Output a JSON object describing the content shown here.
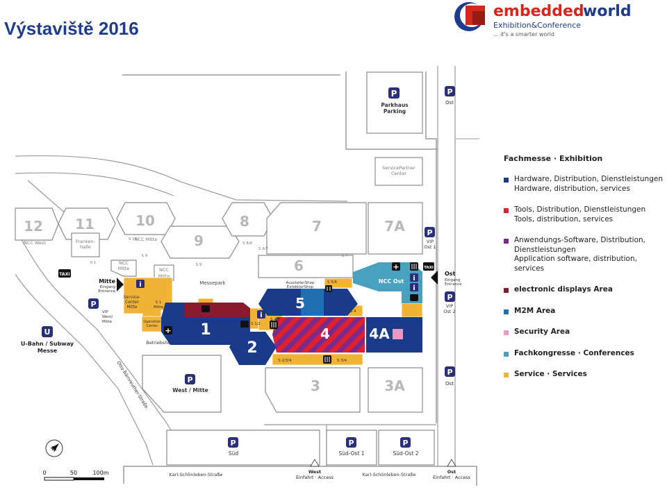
{
  "page": {
    "title": "Výstaviště 2016"
  },
  "logo": {
    "brand_part1": "embedded",
    "brand_part2": "world",
    "line2": "Exhibition&Conference",
    "line3": "... it's a smarter world",
    "colors": {
      "accent": "#d4261d",
      "dark": "#1f3c8c",
      "gray": "#555555"
    }
  },
  "legend": {
    "title": "Fachmesse · Exhibition",
    "items": [
      {
        "color": "#1a3a8a",
        "lines": [
          "Hardware, Distribution, Dienstleistungen",
          "Hardware, distribution, services"
        ],
        "bold": false
      },
      {
        "color": "#e0202e",
        "lines": [
          "Tools, Distribution, Dienstleistungen",
          "Tools, distribution, services"
        ],
        "bold": false
      },
      {
        "color": "#7b2a8c",
        "lines": [
          "Anwendungs-Software, Distribution,",
          "Dienstleistungen",
          "Application software, distribution, services"
        ],
        "bold": false
      },
      {
        "color": "#8a1b2e",
        "lines": [
          "electronic displays Area"
        ],
        "bold": true
      },
      {
        "color": "#1f6fb2",
        "lines": [
          "M2M Area"
        ],
        "bold": true
      },
      {
        "color": "#e79ac1",
        "lines": [
          "Security Area"
        ],
        "bold": true
      },
      {
        "color": "#4aa0bf",
        "lines": [
          "Fachkongresse · Conferences"
        ],
        "bold": true
      },
      {
        "color": "#f2b233",
        "lines": [
          "Service · Services"
        ],
        "bold": true
      }
    ]
  },
  "map": {
    "halls": {
      "h1": "1",
      "h2": "2",
      "h3": "3",
      "h3a": "3A",
      "h4": "4",
      "h4a": "4A",
      "h5": "5",
      "h6": "6",
      "h7": "7",
      "h7a": "7A",
      "h8": "8",
      "h9": "9",
      "h10": "10",
      "h11": "11",
      "h12": "12"
    },
    "labels": {
      "parkhaus": "Parkhaus",
      "parking": "Parking",
      "ost_top": "Ost",
      "servicepartner1": "ServicePartner",
      "servicepartner2": "Center",
      "frankenhalle1": "Franken-",
      "frankenhalle2": "halle",
      "ncc_west": "NCC West",
      "ncc_mitte": "NCC Mitte",
      "ncc": "NCC",
      "mitte": "Mitte",
      "ncc_ost": "NCC Ost",
      "messepark": "Messepark",
      "mitte_entrance": "Mitte",
      "eingang": "Eingang",
      "entrance": "Entrance",
      "ost_entrance": "Ost",
      "service_center1": "Service-",
      "service_center2": "Center",
      "service_center3": "Mitte",
      "operation1": "Operation",
      "operation2": "Center",
      "betriebshof": "Betriebshof",
      "ausstellershop1": "AusstellerShop",
      "ausstellershop2": "ExhibitorShop",
      "vip_west1": "VIP",
      "vip_west2": "West/",
      "vip_west3": "Mitte",
      "vip_ost1_a": "VIP",
      "vip_ost1_b": "Ost 1",
      "vip_ost2_a": "VIP",
      "vip_ost2_b": "Ost 2",
      "ubahn1": "U-Bahn / Subway",
      "ubahn2": "Messe",
      "west_mitte": "West / Mitte",
      "sud": "Süd",
      "sud_ost1": "Süd-Ost 1",
      "sud_ost2": "Süd-Ost 2",
      "ost_right": "Ost",
      "street1": "Karl-Schönleben-Straße",
      "street2": "Karl-Schönleben-Straße",
      "street3": "Otto-Bärnreuther-Straße",
      "west_einfahrt1": "West",
      "west_einfahrt2": "Einfahrt · Access",
      "ost_einfahrt1": "Ost",
      "ost_einfahrt2": "Einfahrt · Access",
      "taxi": "TAXI",
      "s1": "S 1",
      "s1_mitte": "S 1",
      "s1_mitte2": "Mitte",
      "s1_walk": "S 1",
      "s12": "S 1/2",
      "s45": "S 4/5",
      "s4": "S 4",
      "s56": "S 5/6",
      "s67": "S 6/7",
      "s7": "S 7",
      "s89": "S 8/9",
      "s9": "S 9",
      "s9b": "S 9",
      "s10": "S 10",
      "s23_4": "S 2/3/4",
      "s34": "S 3/4",
      "icon_p": "P",
      "icon_u": "U",
      "icon_i": "i",
      "icon_plus": "+"
    },
    "scale": {
      "t0": "0",
      "t50": "50",
      "t100": "100m"
    },
    "compass": "N"
  }
}
